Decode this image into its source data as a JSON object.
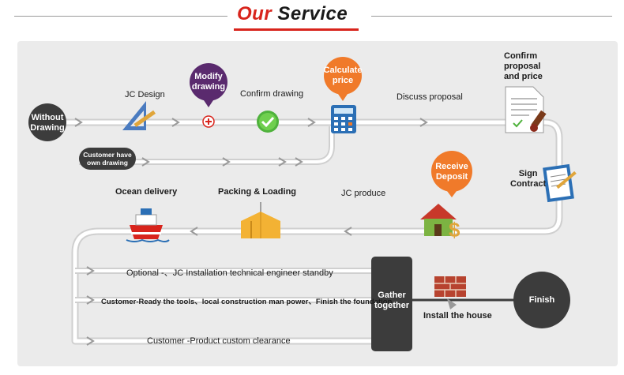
{
  "title": {
    "part1": "Our",
    "part2": "Service"
  },
  "nodes": {
    "without_drawing": "Without\nDrawing",
    "jc_design": "JC Design",
    "modify_drawing": "Modify\ndrawing",
    "confirm_drawing": "Confirm drawing",
    "calculate_price": "Calculate\nprice",
    "discuss_proposal": "Discuss proposal",
    "confirm_proposal": "Confirm\nproposal\nand price",
    "customer_own_drawing": "Customer have\nown drawing",
    "sign_contract": "Sign\nContract",
    "receive_deposit": "Receive\nDeposit",
    "jc_produce": "JC produce",
    "packing_loading": "Packing & Loading",
    "ocean_delivery": "Ocean delivery",
    "optional": "Optional -、JC Installation technical engineer standby",
    "customer_ready": "Customer-Ready the tools、local construction man power、Finish the foundation",
    "customer_clearance": "Customer -Product custom clearance",
    "gather_together": "Gather\ntogether",
    "install_house": "Install the house",
    "finish": "Finish"
  },
  "colors": {
    "accent_red": "#d8241c",
    "orange": "#f07a2a",
    "purple": "#5a2a6e",
    "dark": "#3c3c3c",
    "panel": "#ebebeb"
  }
}
